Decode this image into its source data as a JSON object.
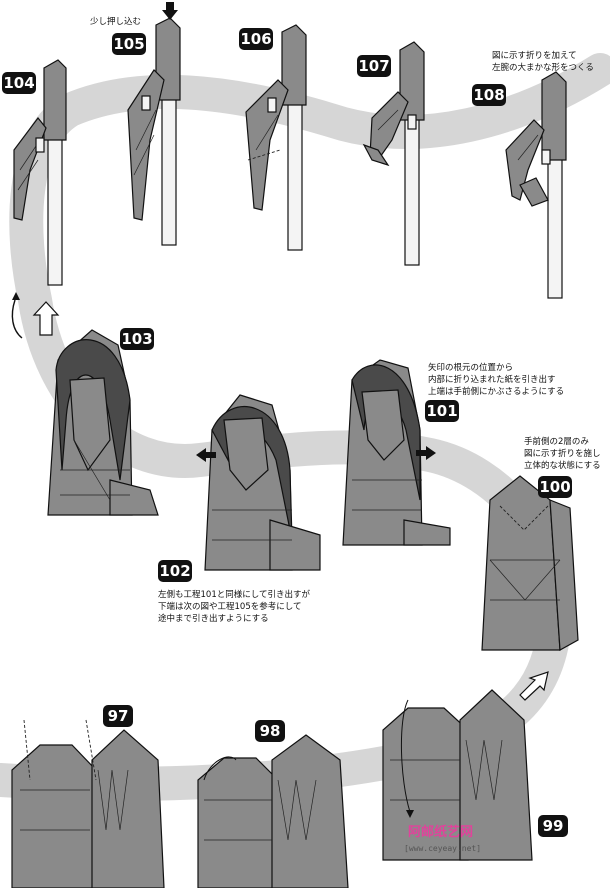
{
  "steps": [
    {
      "number": "104"
    },
    {
      "number": "105",
      "note": "少し押し込む"
    },
    {
      "number": "106"
    },
    {
      "number": "107"
    },
    {
      "number": "108",
      "note_lines": [
        "図に示す折りを加えて",
        "左腕の大まかな形をつくる"
      ]
    },
    {
      "number": "103"
    },
    {
      "number": "101",
      "note_lines": [
        "矢印の根元の位置から",
        "内部に折り込まれた紙を引き出す",
        "上端は手前側にかぶさるようにする"
      ]
    },
    {
      "number": "102",
      "note_lines": [
        "左側も工程101と同様にして引き出すが",
        "下端は次の図や工程105を参考にして",
        "途中まで引き出すようにする"
      ]
    },
    {
      "number": "100",
      "note_lines": [
        "手前側の2層のみ",
        "図に示す折りを施し",
        "立体的な状態にする"
      ]
    },
    {
      "number": "97"
    },
    {
      "number": "98"
    },
    {
      "number": "99"
    }
  ],
  "watermark": {
    "brand": "阿邮纸艺网",
    "url": "[www.ceyeay.net]"
  },
  "colors": {
    "flow_band": "#d6d6d6",
    "paper": "#8a8a8a",
    "badge": "#111111",
    "watermark": "#e0439b"
  }
}
